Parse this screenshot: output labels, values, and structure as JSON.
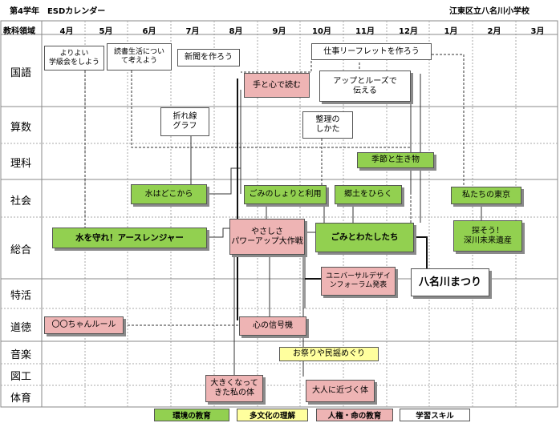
{
  "header": {
    "title": "第4学年　ESDカレンダー",
    "school": "江東区立八名川小学校",
    "column_label": "教科領域"
  },
  "months": [
    "4月",
    "5月",
    "6月",
    "7月",
    "8月",
    "9月",
    "10月",
    "11月",
    "12月",
    "1月",
    "2月",
    "3月"
  ],
  "subjects": {
    "kokugo": "国語",
    "sansu": "算数",
    "rika": "理科",
    "shakai": "社会",
    "sogo": "総合",
    "tokkatsu": "特活",
    "dotoku": "道徳",
    "ongaku": "音楽",
    "zuko": "図工",
    "taiiku": "体育"
  },
  "activities": {
    "yoriyoi": "よりよい\n学級会をしよう",
    "dokusho": "読書生活につい\nて考えよう",
    "shinbun": "新聞を作ろう",
    "shigoto": "仕事リーフレットを作ろう",
    "tetokokoro": "手と心で読む",
    "appu": "アップとルーズで\n伝える",
    "oresen": "折れ線\nグラフ",
    "seiri": "整理の\nしかた",
    "kisetsu": "季節と生き物",
    "mizu_doko": "水はどこから",
    "gomi_shori": "ごみのしょりと利用",
    "kyodo": "郷土をひらく",
    "tokyo": "私たちの東京",
    "mizu_mamore": "水を守れ！アースレンジャー",
    "yasashisa": "やさしさ\nパワーアップ大作戦",
    "gomi_watashi": "ごみとわたしたち",
    "sagasou": "探そう！\n深川未来遺産",
    "universal": "ユニバーサルデザイ\nンフォーラム発表",
    "matsuri": "八名川まつり",
    "marumaru": "〇〇ちゃんルール",
    "kokoro": "心の信号機",
    "omatsuri": "お祭りや民謡めぐり",
    "ookiku": "大きくなって\nきた私の体",
    "otona": "大人に近づく体"
  },
  "legend": {
    "env": "環境の教育",
    "culture": "多文化の理解",
    "rights": "人権・命の教育",
    "skill": "学習スキル"
  },
  "colors": {
    "env": "#92d050",
    "culture": "#ffff9e",
    "rights": "#eeb4b4",
    "skill": "#ffffff"
  }
}
